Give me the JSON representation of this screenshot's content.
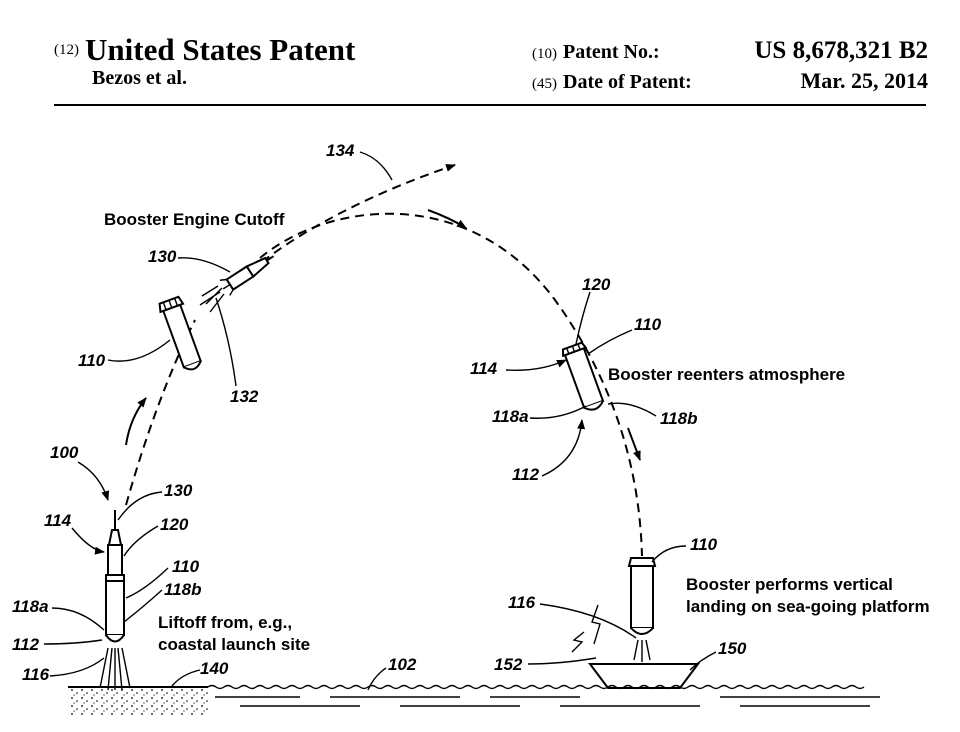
{
  "header": {
    "doc_code": "(12)",
    "doc_type": "United States Patent",
    "inventors": "Bezos et al.",
    "patent_no_code": "(10)",
    "patent_no_label": "Patent No.:",
    "patent_no": "US 8,678,321 B2",
    "date_code": "(45)",
    "date_label": "Date of Patent:",
    "date": "Mar. 25, 2014"
  },
  "figure": {
    "captions": {
      "cutoff": "Booster Engine Cutoff",
      "reenter": "Booster reenters atmosphere",
      "landing_1": "Booster performs vertical",
      "landing_2": "landing on sea-going platform",
      "liftoff_1": "Liftoff from, e.g.,",
      "liftoff_2": "coastal launch site"
    },
    "refs": {
      "r134": "134",
      "r130_top": "130",
      "r110_left": "110",
      "r132": "132",
      "r120_right": "120",
      "r110_right": "110",
      "r114_right": "114",
      "r118a_right": "118a",
      "r118b_right": "118b",
      "r112_right": "112",
      "r100": "100",
      "r130_ground": "130",
      "r114_ground": "114",
      "r120_ground": "120",
      "r110_ground": "110",
      "r118b_ground": "118b",
      "r118a_ground": "118a",
      "r112_ground": "112",
      "r116_ground": "116",
      "r140": "140",
      "r102": "102",
      "r110_land": "110",
      "r116_land": "116",
      "r152": "152",
      "r150": "150"
    }
  }
}
